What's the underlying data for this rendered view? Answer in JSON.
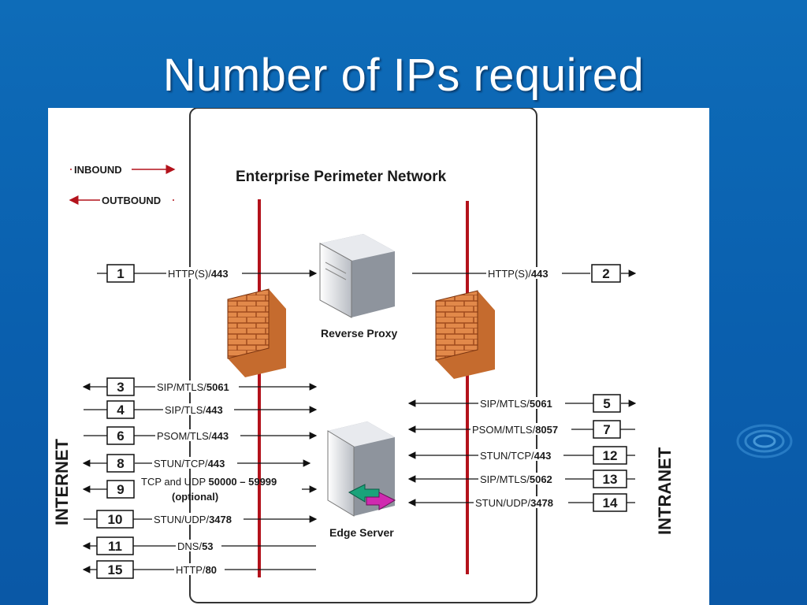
{
  "slide": {
    "title": "Number of IPs required"
  },
  "legend": {
    "inbound": "INBOUND",
    "outbound": "OUTBOUND",
    "inbound_color": "#b3121b",
    "outbound_color": "#b3121b"
  },
  "perimeter": {
    "title": "Enterprise Perimeter Network"
  },
  "servers": {
    "reverse_proxy": "Reverse Proxy",
    "edge_server": "Edge Server"
  },
  "sides": {
    "left": "INTERNET",
    "right": "INTRANET"
  },
  "ports": {
    "p1": {
      "num": "1",
      "proto": "HTTP(S)/",
      "port": "443"
    },
    "p2": {
      "num": "2",
      "proto": "HTTP(S)/",
      "port": "443"
    },
    "p3": {
      "num": "3",
      "proto": "SIP/MTLS/",
      "port": "5061"
    },
    "p4": {
      "num": "4",
      "proto": "SIP/TLS/",
      "port": "443"
    },
    "p6": {
      "num": "6",
      "proto": "PSOM/TLS/",
      "port": "443"
    },
    "p8": {
      "num": "8",
      "proto": "STUN/TCP/",
      "port": "443"
    },
    "p9": {
      "num": "9",
      "proto": "TCP and UDP ",
      "port": "50000 – 59999",
      "extra": "(optional)"
    },
    "p10": {
      "num": "10",
      "proto": "STUN/UDP/",
      "port": "3478"
    },
    "p11": {
      "num": "11",
      "proto": "DNS/",
      "port": "53"
    },
    "p15": {
      "num": "15",
      "proto": "HTTP/",
      "port": "80"
    },
    "p5": {
      "num": "5",
      "proto": "SIP/MTLS/",
      "port": "5061"
    },
    "p7": {
      "num": "7",
      "proto": "PSOM/MTLS/",
      "port": "8057"
    },
    "p12": {
      "num": "12",
      "proto": "STUN/TCP/",
      "port": "443"
    },
    "p13": {
      "num": "13",
      "proto": "SIP/MTLS/",
      "port": "5062"
    },
    "p14": {
      "num": "14",
      "proto": "STUN/UDP/",
      "port": "3478"
    }
  },
  "colors": {
    "firewall_line": "#b3121b",
    "brick": "#d9843a",
    "background": "#0b63b1"
  }
}
